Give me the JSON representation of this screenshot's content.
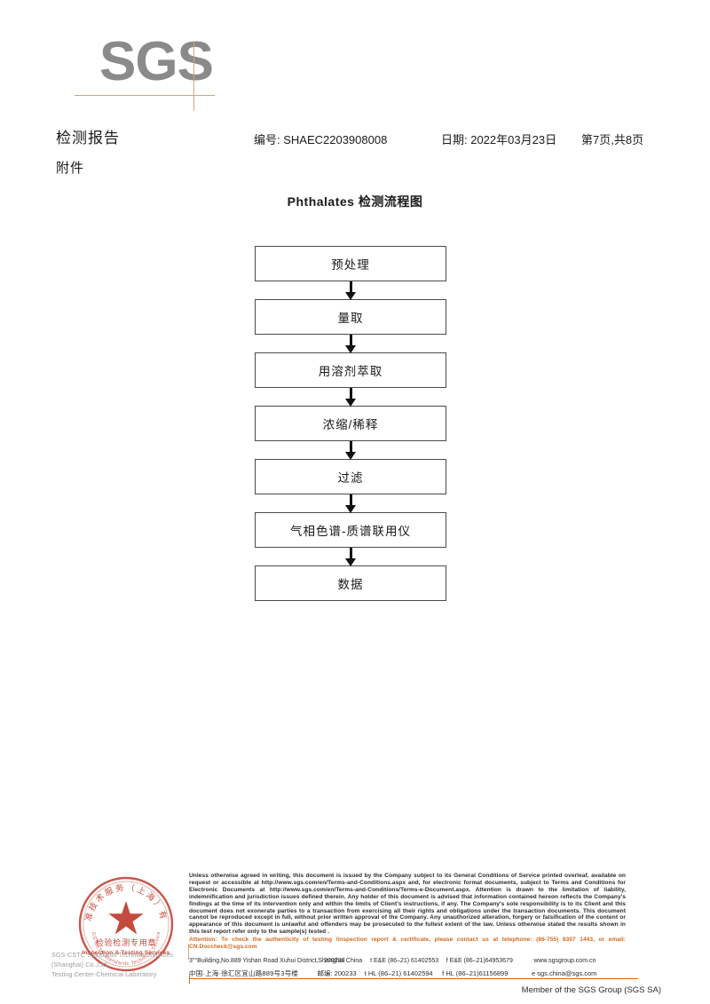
{
  "logo": {
    "text": "SGS"
  },
  "header": {
    "title": "检测报告",
    "subtitle": "附件",
    "report_no": "编号: SHAEC2203908008",
    "date": "日期: 2022年03月23日",
    "page": "第7页,共8页"
  },
  "flowchart": {
    "title": "Phthalates 检测流程图",
    "steps": [
      {
        "label": "预处理"
      },
      {
        "label": "量取"
      },
      {
        "label": "用溶剂萃取"
      },
      {
        "label": "浓缩/稀释"
      },
      {
        "label": "过滤"
      },
      {
        "label": "气相色谱-质谱联用仪"
      },
      {
        "label": "数据"
      }
    ]
  },
  "stamp": {
    "outer_text": "国际标准技术服务（上海）有限公司",
    "line1": "检验检测专用章",
    "line2": "Inspection & Testing Services",
    "color": "#c0392b"
  },
  "footer": {
    "company_line1": "SGS-CSTC Standards Technical Services (Shanghai) Co.,Ltd.",
    "company_line2": "Testing Center-Chemical Laboratory",
    "legal_text": "Unless otherwise agreed in writing, this document is issued by the Company subject to its General Conditions of Service printed overleaf, available on request or accessible at http://www.sgs.com/en/Terms-and-Conditions.aspx and, for electronic format documents, subject to Terms and Conditions for Electronic Documents at http://www.sgs.com/en/Terms-and-Conditions/Terms-e-Document.aspx. Attention is drawn to the limitation of liability, indemnification and jurisdiction issues defined therein. Any holder of this document is advised that information contained hereon reflects the Company's findings at the time of its intervention only and within the limits of Client's instructions, if any. The Company's sole responsibility is to its Client and this document does not exonerate parties to a transaction from exercising all their rights and obligations under the transaction documents. This document cannot be reproduced except in full, without prior written approval of the Company. Any unauthorized alteration, forgery or falsification of the content or appearance of this document is unlawful and offenders may be prosecuted to the fullest extent of the law. Unless otherwise stated the results shown in this test report refer only to the sample(s) tested .",
    "attention_text": "Attention: To check the authenticity of testing /inspection report & certificate, please contact us at telephone: (86-755) 8307 1443, or email: CN.Doccheck@sgs.com",
    "attention_color": "#d2691e",
    "address_en": "3\"°Building,No.889 Yishan Road Xuhui District,Shanghai China",
    "address_cn": "中国·上海·徐汇区宜山路889号3号楼",
    "zip_en": "200233",
    "zip_cn_label": "邮编: 200233",
    "phone_en_1": "t E&E (86–21) 61402553",
    "phone_en_2": "f E&E (86–21)64953679",
    "phone_cn_1": "t HL (86–21) 61402594",
    "phone_cn_2": "f HL (86–21)61156899",
    "web": "www.sgsgroup.com.cn",
    "email": "e  sgs.china@sgs.com",
    "member_line": "Member of the SGS Group (SGS SA)"
  }
}
